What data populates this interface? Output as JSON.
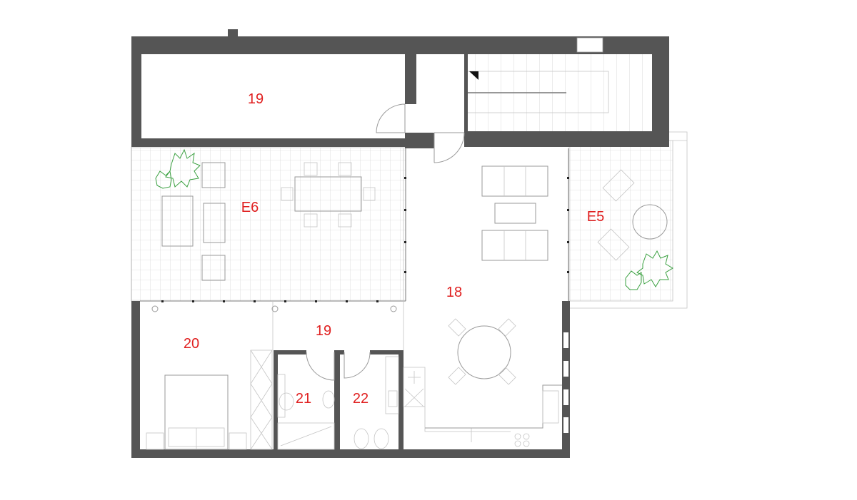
{
  "rooms": [
    {
      "id": "storage-top",
      "label": "19"
    },
    {
      "id": "terrace-west",
      "label": "E6"
    },
    {
      "id": "living",
      "label": "18"
    },
    {
      "id": "terrace-east",
      "label": "E5"
    },
    {
      "id": "bedroom",
      "label": "20"
    },
    {
      "id": "hall",
      "label": "19"
    },
    {
      "id": "bath-1",
      "label": "21"
    },
    {
      "id": "bath-2",
      "label": "22"
    }
  ],
  "colors": {
    "walls": "#555555",
    "labels": "#e02020",
    "plants": "#3aa040",
    "lines": "#9a9a9a"
  }
}
